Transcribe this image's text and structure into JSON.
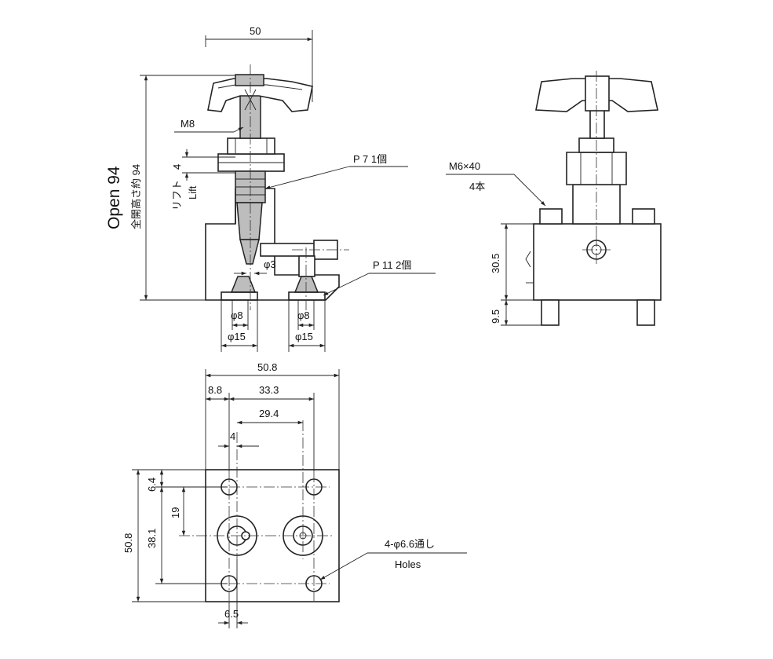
{
  "front_view": {
    "dims": {
      "top_width": "50",
      "open_height_en": "Open 94",
      "open_height_jp": "全開高さ約 94",
      "stem_thread": "M8",
      "lift_value": "4",
      "lift_jp": "リフト",
      "lift_en": "Lift",
      "oring_small": "P 7  1個",
      "seat_dia": "φ3",
      "oring_large": "P 11  2個",
      "port1_inner": "φ8",
      "port1_outer": "φ15",
      "port2_inner": "φ8",
      "port2_outer": "φ15"
    }
  },
  "side_view": {
    "dims": {
      "bolt_spec": "M6×40",
      "bolt_qty": "4本",
      "body_height": "30.5",
      "bolt_protrusion": "9.5"
    }
  },
  "bottom_view": {
    "dims": {
      "overall_width": "50.8",
      "offset_edge": "8.8",
      "hole_pitch_x": "33.3",
      "port_pitch_x": "29.4",
      "port_offset_x": "4",
      "overall_height": "50.8",
      "hole_pitch_y": "38.1",
      "port_offset_y": "19",
      "edge_offset_y": "6.4",
      "edge_offset_x_bottom": "6.5",
      "holes_jp": "4-φ6.6通し",
      "holes_en": "Holes"
    }
  }
}
